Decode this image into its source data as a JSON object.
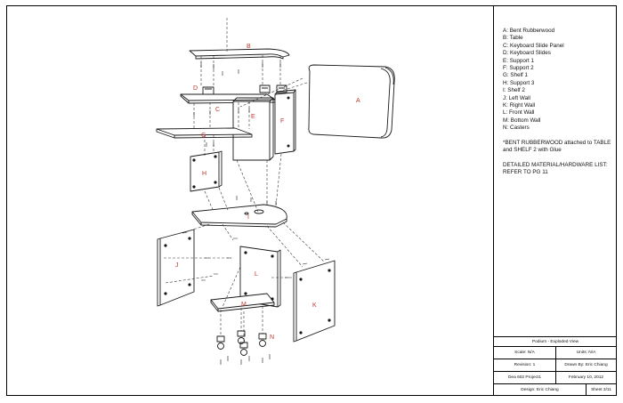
{
  "parts_list": [
    "A: Bent Rubberwood",
    "B: Table",
    "C: Keyboard Slide Panel",
    "D: Keyboard Slides",
    "E: Support 1",
    "F: Support 2",
    "G: Shelf 1",
    "H: Support 3",
    "I: Shelf 2",
    "J: Left Wall",
    "K: Right Wall",
    "L: Front Wall",
    "M: Bottom Wall",
    "N: Casters"
  ],
  "note_glue": "*BENT RUBBERWOOD attached to TABLE and SHELF 2 with Glue",
  "note_material": "DETAILED MATERIAL/HARDWARE LIST: REFER TO PG 11",
  "part_labels": {
    "a": "A",
    "b": "B",
    "c": "C",
    "d": "D",
    "e": "E",
    "f": "F",
    "g": "G",
    "h": "H",
    "i": "I",
    "j": "J",
    "k": "K",
    "l": "L",
    "m": "M",
    "n": "N"
  },
  "title_block": {
    "title": "Podium - Exploded View",
    "scale": "Scale: N/A",
    "units": "Units: N/A",
    "revision": "Revision: 1",
    "drawn_by": "Drawn By: Eric Chiang",
    "project": "Dea 602 Project1",
    "date": "February 10, 2012",
    "design": "Design: Eric Chiang",
    "sheet": "Sheet 3/11"
  },
  "colors": {
    "label": "#c0392b",
    "line": "#1a1a1a"
  }
}
